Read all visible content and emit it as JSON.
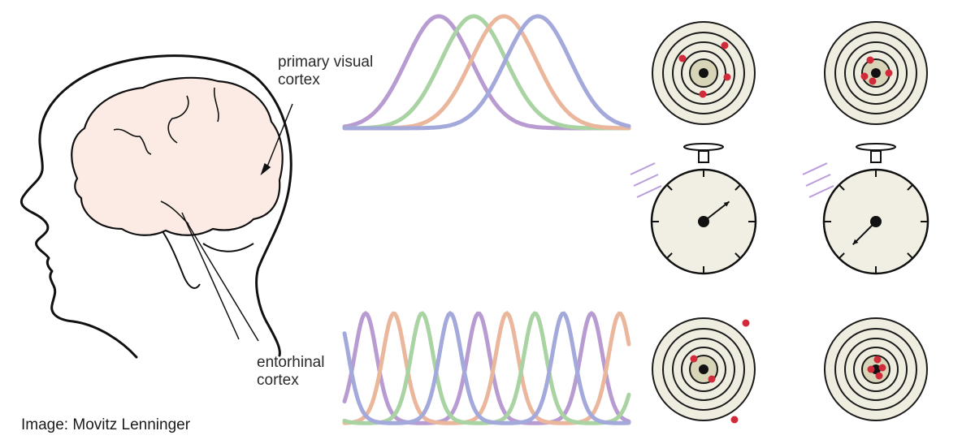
{
  "labels": {
    "primary_visual": "primary visual\ncortex",
    "entorhinal": "entorhinal\ncortex",
    "credit": "Image: Movitz Lenninger"
  },
  "colors": {
    "purple": "#b79bd1",
    "green": "#a9d3a3",
    "orange": "#eab79d",
    "blue": "#a3a9da",
    "brain_fill": "#fcebe4",
    "target_ring_dark": "#1a1a1a",
    "target_center_fill": "#d8d4b8",
    "target_bg": "#efece0",
    "shot_dot": "#d12a3a",
    "stopwatch_face": "#f1efe3"
  },
  "tuning_curves": {
    "top": {
      "description_type": "wide",
      "curve_colors": [
        "purple",
        "green",
        "orange",
        "blue"
      ]
    },
    "bottom": {
      "description_type": "narrow-periodic",
      "curve_colors": [
        "purple",
        "orange",
        "green",
        "blue"
      ]
    }
  },
  "icons": [
    "head-outline-icon",
    "brain-icon",
    "target-icon",
    "stopwatch-icon"
  ]
}
